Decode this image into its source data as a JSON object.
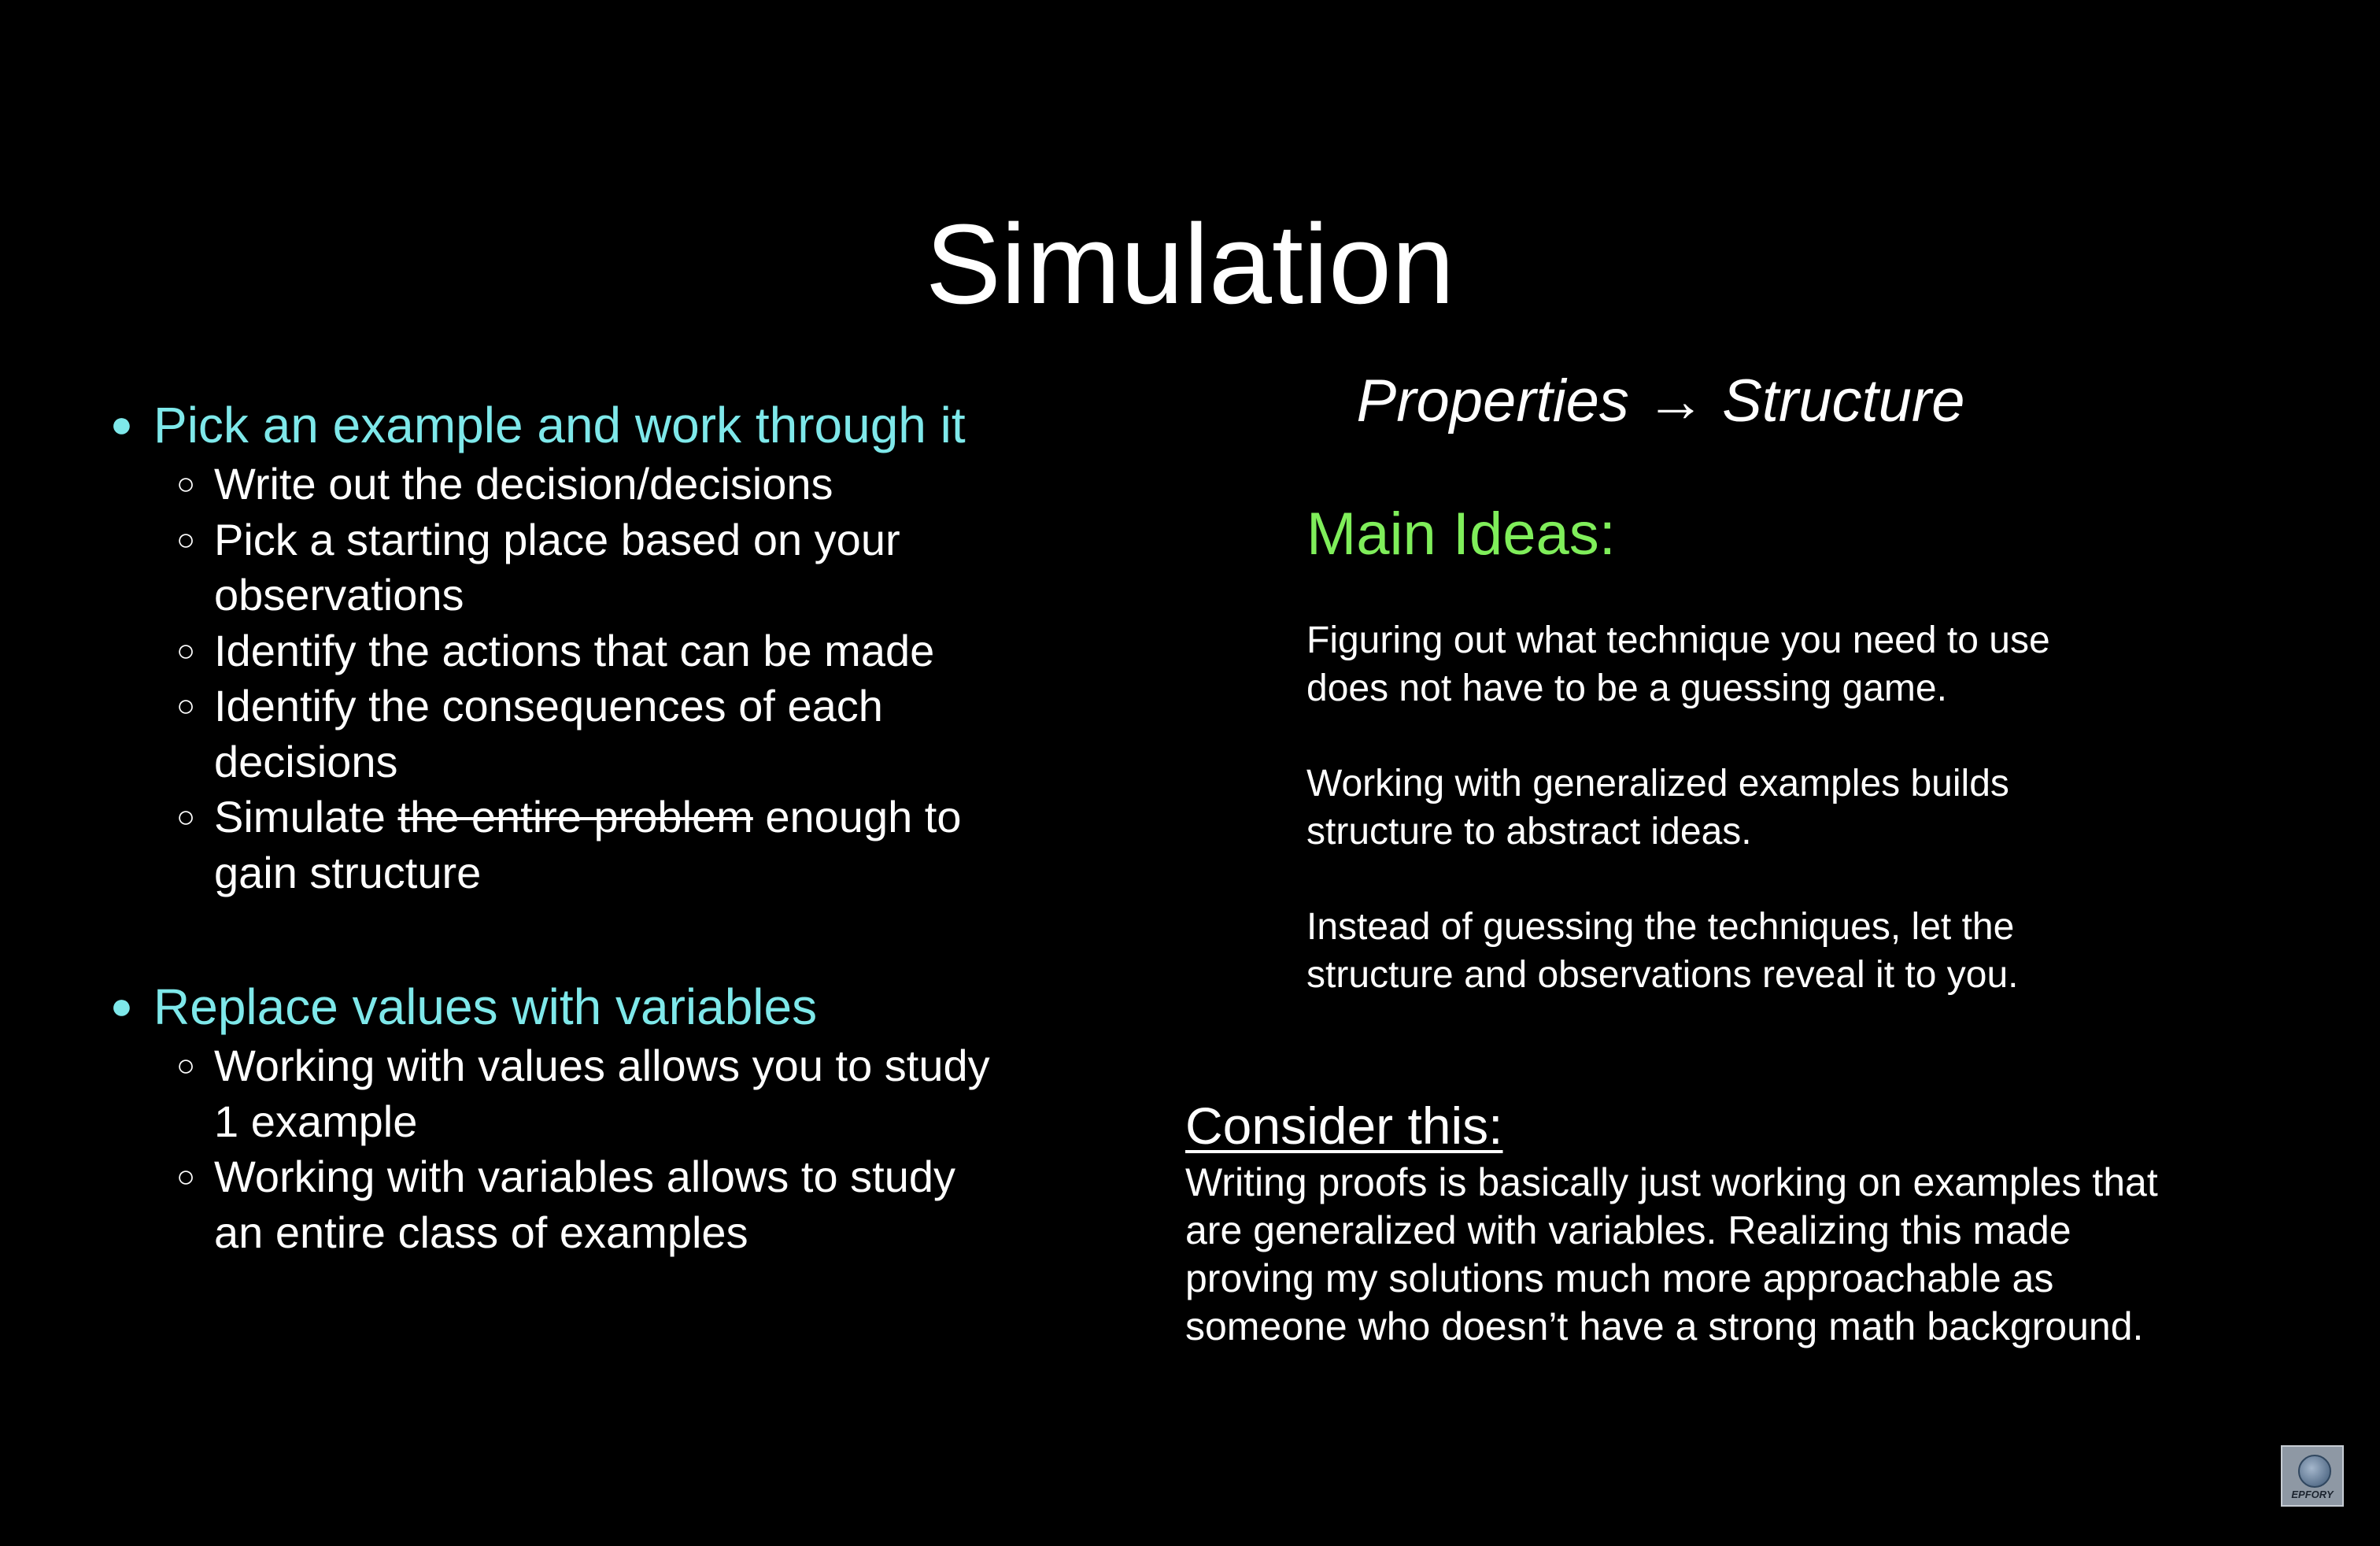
{
  "title": "Simulation",
  "colors": {
    "background": "#000000",
    "text": "#ffffff",
    "bullet_heading": "#7ee8ea",
    "main_ideas_heading": "#7fee5a"
  },
  "left": {
    "bullet_glyph": "●",
    "sub_glyph": "○",
    "sections": [
      {
        "heading": "Pick an example and work through it",
        "items": [
          "Write out the decision/decisions",
          "Pick a starting place based on your",
          "observations",
          "Identify the actions that can be made",
          "Identify the consequences of each",
          "decisions",
          "Simulate",
          "the entire problem",
          "enough to",
          "gain structure"
        ]
      },
      {
        "heading": "Replace values with variables",
        "items": [
          "Working with values allows you to study",
          "1 example",
          "Working with variables allows to study",
          "an entire class of examples"
        ]
      }
    ]
  },
  "right": {
    "tagline": "Properties → Structure",
    "main_ideas_heading": "Main Ideas:",
    "ideas": [
      [
        "Figuring out what technique you need to use",
        "does not have to be a guessing game."
      ],
      [
        "Working with generalized examples builds",
        "structure to abstract ideas."
      ],
      [
        "Instead of guessing the techniques, let the",
        "structure and observations reveal it to you."
      ]
    ],
    "consider_heading": "Consider this:",
    "consider_lines": [
      "Writing proofs is basically just working on examples that",
      "are generalized with variables. Realizing this made",
      "proving my solutions much more approachable as",
      "someone who doesn’t have a strong math background."
    ]
  },
  "watermark": {
    "text": "EPFORY",
    "icon": "globe-icon"
  }
}
